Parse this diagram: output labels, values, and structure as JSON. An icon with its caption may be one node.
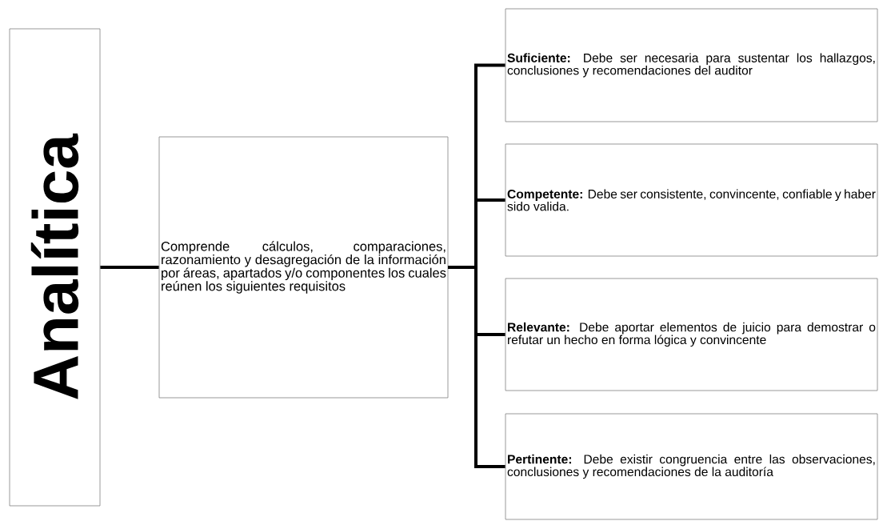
{
  "diagram": {
    "nodes": [
      {
        "text": [
          "Analítica"
        ]
      },
      {
        "text": [
          "Comprende cálculos, comparaciones, razonamiento y desagregación de la información por áreas, apartados y/o componentes los cuales reúnen los siguientes requisitos"
        ]
      },
      {
        "text": [
          "**Suficiente:** Debe ser necesaria para sustentar los hallazgos, conclusiones y recomendaciones del auditor"
        ]
      },
      {
        "text": [
          "**Competente:** Debe ser consistente, convincente, confiable y haber sido valida."
        ]
      },
      {
        "text": [
          "**Relevante:** Debe aportar elementos de juicio para demostrar o refutar un hecho en forma lógica y convincente"
        ]
      },
      {
        "text": [
          "**Pertinente:** Debe existir congruencia entre las observaciones, conclusiones y recomendaciones de la auditoría"
        ]
      }
    ],
    "edges": [
      {
        "from": 0,
        "to": 1,
        "arrow": "none"
      },
      {
        "from": 1,
        "to": 2,
        "arrow": "none"
      },
      {
        "from": 1,
        "to": 3,
        "arrow": "none"
      },
      {
        "from": 1,
        "to": 4,
        "arrow": "none"
      },
      {
        "from": 1,
        "to": 5,
        "arrow": "none"
      }
    ]
  }
}
